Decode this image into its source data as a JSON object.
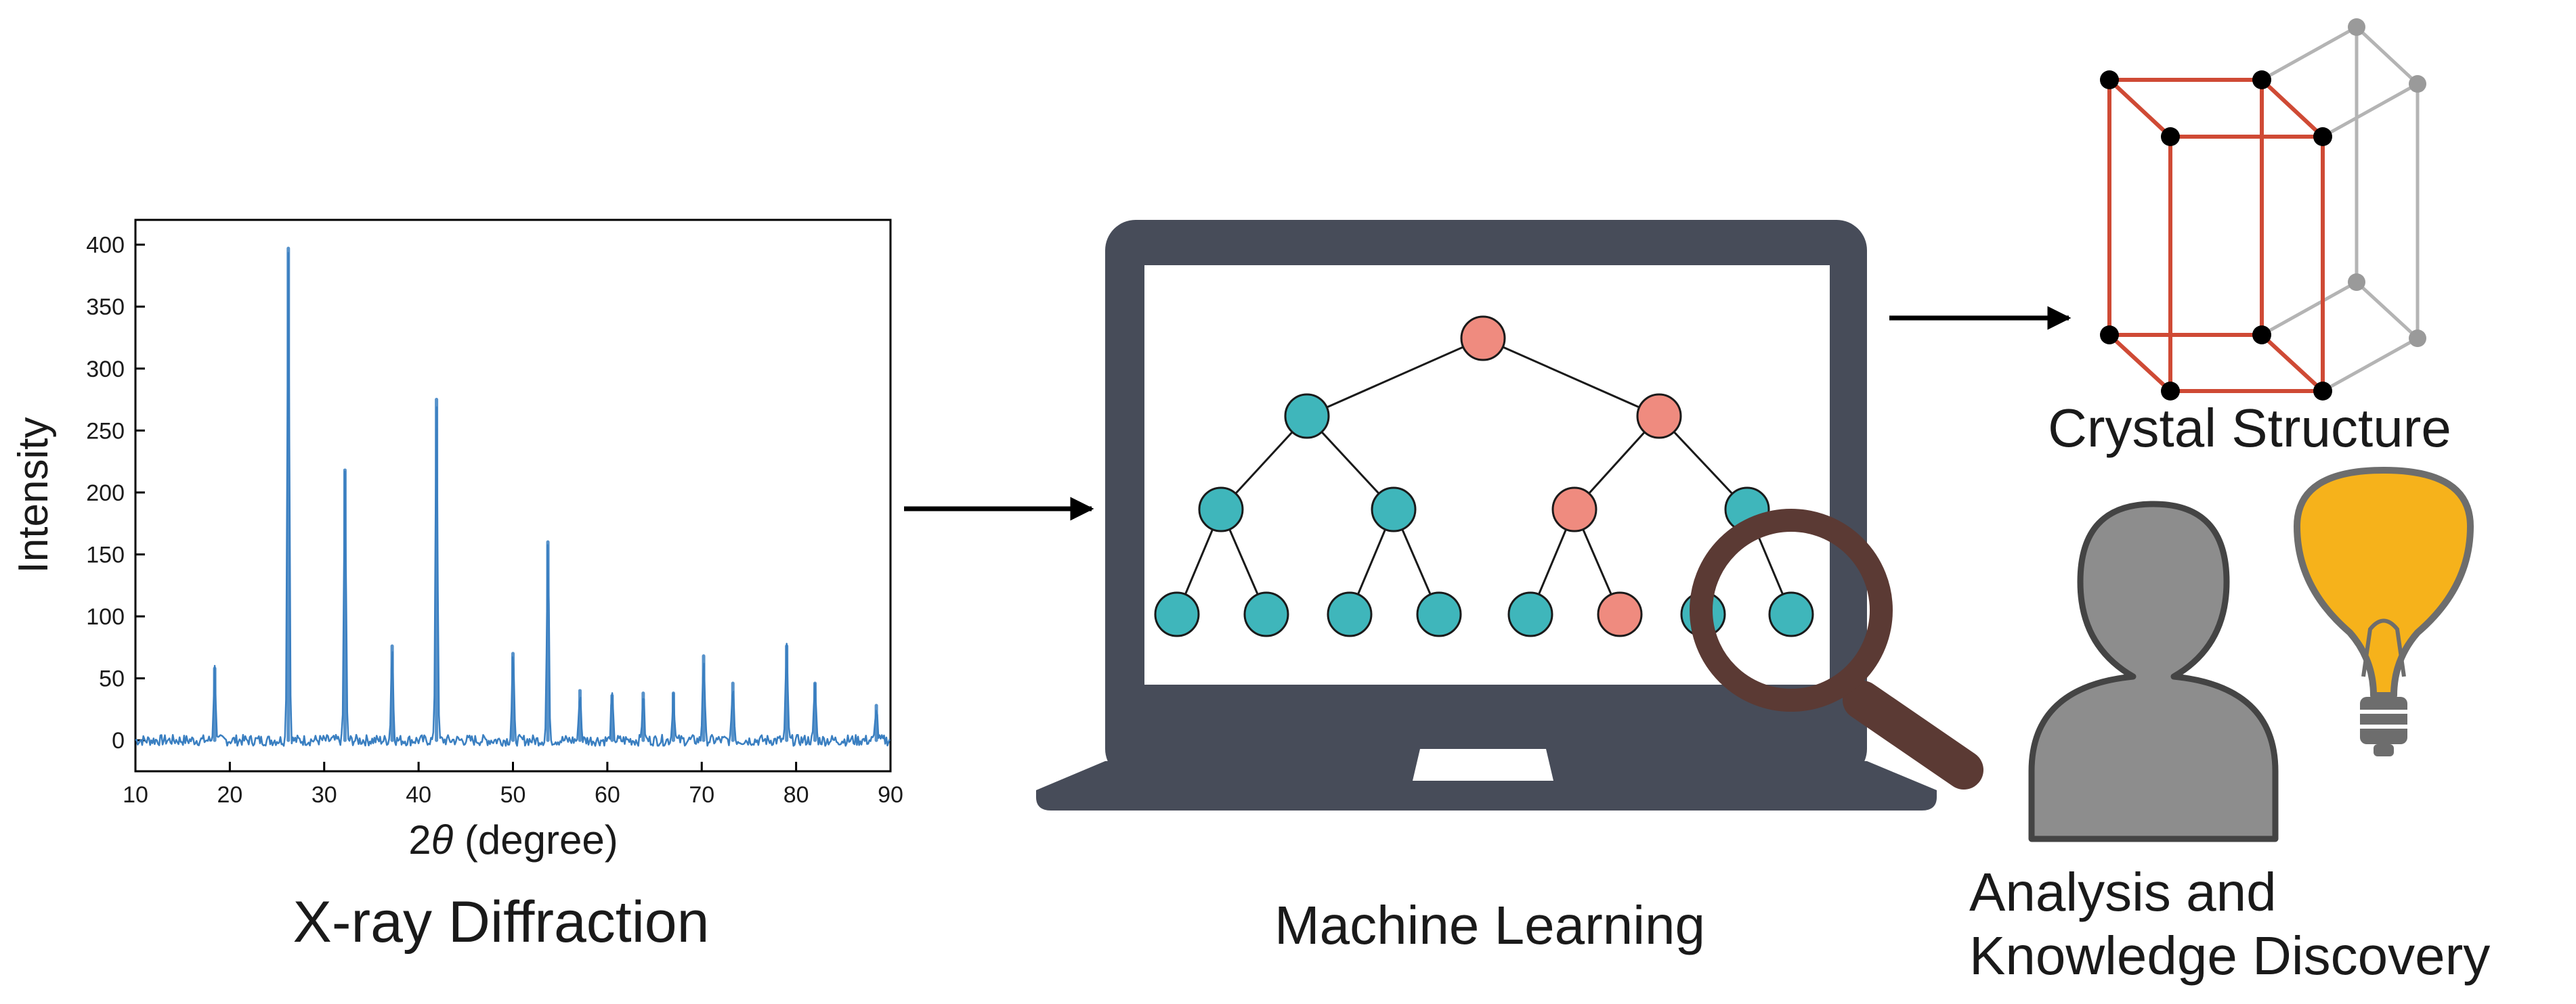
{
  "xrd_panel": {
    "caption": "X-ray Diffraction",
    "chart_data": {
      "type": "line",
      "xlabel_prefix": "2",
      "xlabel_symbol": "θ",
      "xlabel_suffix": " (degree)",
      "ylabel": "Intensity",
      "xlim": [
        10,
        90
      ],
      "ylim": [
        -25,
        420
      ],
      "x_ticks": [
        10,
        20,
        30,
        40,
        50,
        60,
        70,
        80,
        90
      ],
      "y_ticks": [
        0,
        50,
        100,
        150,
        200,
        250,
        300,
        350,
        400
      ],
      "grid": false,
      "line_color": "#3a7fc1",
      "peaks": [
        {
          "x": 18.4,
          "y": 58
        },
        {
          "x": 26.2,
          "y": 397
        },
        {
          "x": 32.2,
          "y": 218
        },
        {
          "x": 37.2,
          "y": 76
        },
        {
          "x": 41.9,
          "y": 275
        },
        {
          "x": 50.0,
          "y": 70
        },
        {
          "x": 53.7,
          "y": 160
        },
        {
          "x": 57.1,
          "y": 40
        },
        {
          "x": 60.5,
          "y": 36
        },
        {
          "x": 63.8,
          "y": 38
        },
        {
          "x": 67.0,
          "y": 38
        },
        {
          "x": 70.2,
          "y": 68
        },
        {
          "x": 73.3,
          "y": 46
        },
        {
          "x": 79.0,
          "y": 76
        },
        {
          "x": 82.0,
          "y": 46
        },
        {
          "x": 88.5,
          "y": 28
        }
      ]
    }
  },
  "ml_panel": {
    "caption": "Machine Learning",
    "colors": {
      "salmon": "#ef8b7f",
      "teal": "#3fb6bb",
      "laptop": "#474c59",
      "lens": "#5b3a34"
    },
    "tree_nodes": [
      {
        "id": "root",
        "color": "salmon"
      },
      {
        "id": "l1-a",
        "color": "teal"
      },
      {
        "id": "l1-b",
        "color": "salmon"
      },
      {
        "id": "l2-a",
        "color": "teal"
      },
      {
        "id": "l2-b",
        "color": "teal"
      },
      {
        "id": "l2-c",
        "color": "salmon"
      },
      {
        "id": "l2-d",
        "color": "teal"
      },
      {
        "id": "l3-a",
        "color": "teal"
      },
      {
        "id": "l3-b",
        "color": "teal"
      },
      {
        "id": "l3-c",
        "color": "teal"
      },
      {
        "id": "l3-d",
        "color": "teal"
      },
      {
        "id": "l3-e",
        "color": "teal"
      },
      {
        "id": "l3-f",
        "color": "salmon"
      },
      {
        "id": "l3-g",
        "color": "teal"
      },
      {
        "id": "l3-h",
        "color": "teal"
      }
    ]
  },
  "crystal_panel": {
    "caption": "Crystal Structure",
    "colors": {
      "highlight": "#cf4a35",
      "ghost": "#b4b4b4",
      "atom": "#000000",
      "ghost_atom": "#9a9a9a"
    }
  },
  "analysis_panel": {
    "caption_line1": "Analysis and",
    "caption_line2": "Knowledge Discovery",
    "colors": {
      "person_fill": "#8d8d8d",
      "person_stroke": "#444444",
      "bulb_fill": "#f6b21b",
      "bulb_base": "#6d6d6d"
    }
  },
  "arrows": [
    {
      "id": "xrd-to-ml"
    },
    {
      "id": "ml-to-crystal"
    }
  ]
}
